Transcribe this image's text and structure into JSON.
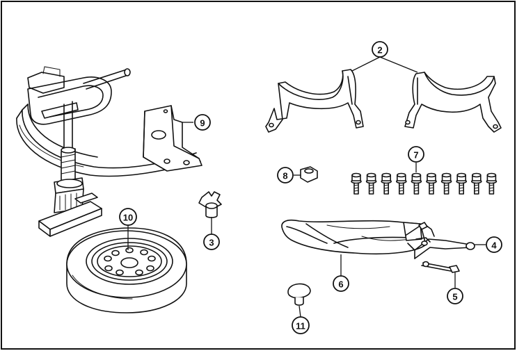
{
  "callouts": {
    "c1": "9",
    "c2": "2",
    "c3": "3",
    "c4": "4",
    "c5": "5",
    "c6": "6",
    "c7": "7",
    "c8": "8",
    "c10": "10",
    "c11": "11"
  },
  "colors": {
    "line": "#111111",
    "background": "#ffffff"
  }
}
